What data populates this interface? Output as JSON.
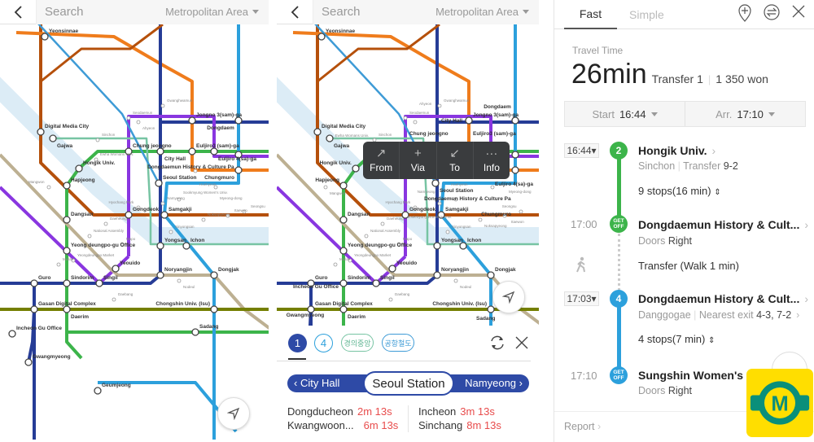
{
  "search_bar": {
    "placeholder": "Search",
    "region": "Metropolitan Area"
  },
  "map": {
    "stations": [
      "Digital Media City",
      "Gajwa",
      "Hongik Univ.",
      "Hapjeong",
      "Dangsan",
      "Chung jeongno",
      "City Hall",
      "Jongno 3(sam)-ga",
      "Euljiro3 (sam)-ga",
      "Euljiro 4(sa)-ga",
      "Dongdaem",
      "Dongdaemun History & Culture Pa",
      "Chungmuro",
      "Seoul Station",
      "Samgakji",
      "Gongdeok",
      "Yongsan",
      "Ichon",
      "Yeouido",
      "Noryangjin",
      "Dongjak",
      "Singil",
      "Sindorim",
      "Guro",
      "Yeong deungpo-gu Office",
      "Chongshin Univ. (Isu)",
      "Gasan Digital Complex",
      "Daerim",
      "Sadang",
      "Yeonsinnae",
      "Geumjeong",
      "Gwangmyeong",
      "Incheon Gu Office",
      "Sinchon",
      "Ewha Womans Univ.",
      "Mangwon",
      "Namyeong",
      "Sookmyung Women's Univ.",
      "Hyochang Park",
      "Daeheung",
      "Mapo",
      "National Assembly",
      "Yeongdeungpo Market",
      "Mullae",
      "Daebang",
      "Nodeul",
      "Sinyongsan",
      "Noksapyeong",
      "Itaewon",
      "Seodaemun",
      "Gwanghwamun",
      "Hoehyeon",
      "Myeong-dong",
      "Ahyeon",
      "Seongsu"
    ],
    "line_colors": {
      "line1": "#263c96",
      "line2": "#3cb44a",
      "line3": "#ef7c1c",
      "line4": "#2ca0dc",
      "line5": "#8936e0",
      "line6": "#b5500b",
      "line7": "#747f00",
      "line9": "#bdb092",
      "gyeongui": "#77c4a3",
      "airport": "#3e9bd6",
      "river": "#dcecf6"
    }
  },
  "context_menu": {
    "items": [
      {
        "icon": "↗",
        "label": "From"
      },
      {
        "icon": "+",
        "label": "Via"
      },
      {
        "icon": "↙",
        "label": "To"
      },
      {
        "icon": "···",
        "label": "Info"
      }
    ]
  },
  "station_sheet": {
    "lines": [
      {
        "label": "1",
        "color": "#2e4aa6"
      },
      {
        "label": "4",
        "color": "#2ca0dc"
      },
      {
        "label": "경의중앙",
        "color": "#77c4a3"
      },
      {
        "label": "공항철도",
        "color": "#3e9bd6"
      }
    ],
    "prev": "City Hall",
    "current": "Seoul Station",
    "next": "Namyeong",
    "arrivals": [
      {
        "dest": "Dongducheon",
        "time": "2m 13s"
      },
      {
        "dest": "Kwangwoon...",
        "time": "6m 13s"
      },
      {
        "dest": "Incheon",
        "time": "3m 13s"
      },
      {
        "dest": "Sinchang",
        "time": "8m 13s"
      }
    ]
  },
  "route": {
    "tabs": [
      "Fast",
      "Simple"
    ],
    "active_tab": "Fast",
    "travel_time_label": "Travel Time",
    "duration": "26min",
    "transfer": "Transfer 1",
    "fare": "1 350 won",
    "start_label": "Start",
    "start_time": "16:44",
    "arr_label": "Arr.",
    "arr_time": "17:10",
    "legs": [
      {
        "time": "16:44",
        "line": "2",
        "color": "#3cb44a",
        "station": "Hongik Univ.",
        "direction": "Sinchon",
        "detail_label": "Transfer",
        "detail_value": "9-2",
        "stops": "9 stops(16 min)"
      },
      {
        "time": "17:00",
        "get_off": "GET OFF",
        "station": "Dongdaemun History & Cult...",
        "doors_label": "Doors",
        "doors_value": "Right"
      },
      {
        "transfer_text": "Transfer (Walk 1 min)"
      },
      {
        "time": "17:03",
        "line": "4",
        "color": "#2ca0dc",
        "station": "Dongdaemun History & Cult...",
        "direction": "Danggogae",
        "detail_label": "Nearest exit",
        "detail_value": "4-3, 7-2",
        "stops": "4 stops(7 min)"
      },
      {
        "time": "17:10",
        "get_off": "GET OFF",
        "station": "Sungshin Women's",
        "doors_label": "Doors",
        "doors_value": "Right"
      }
    ],
    "report": "Report",
    "logo_letter": "M"
  }
}
